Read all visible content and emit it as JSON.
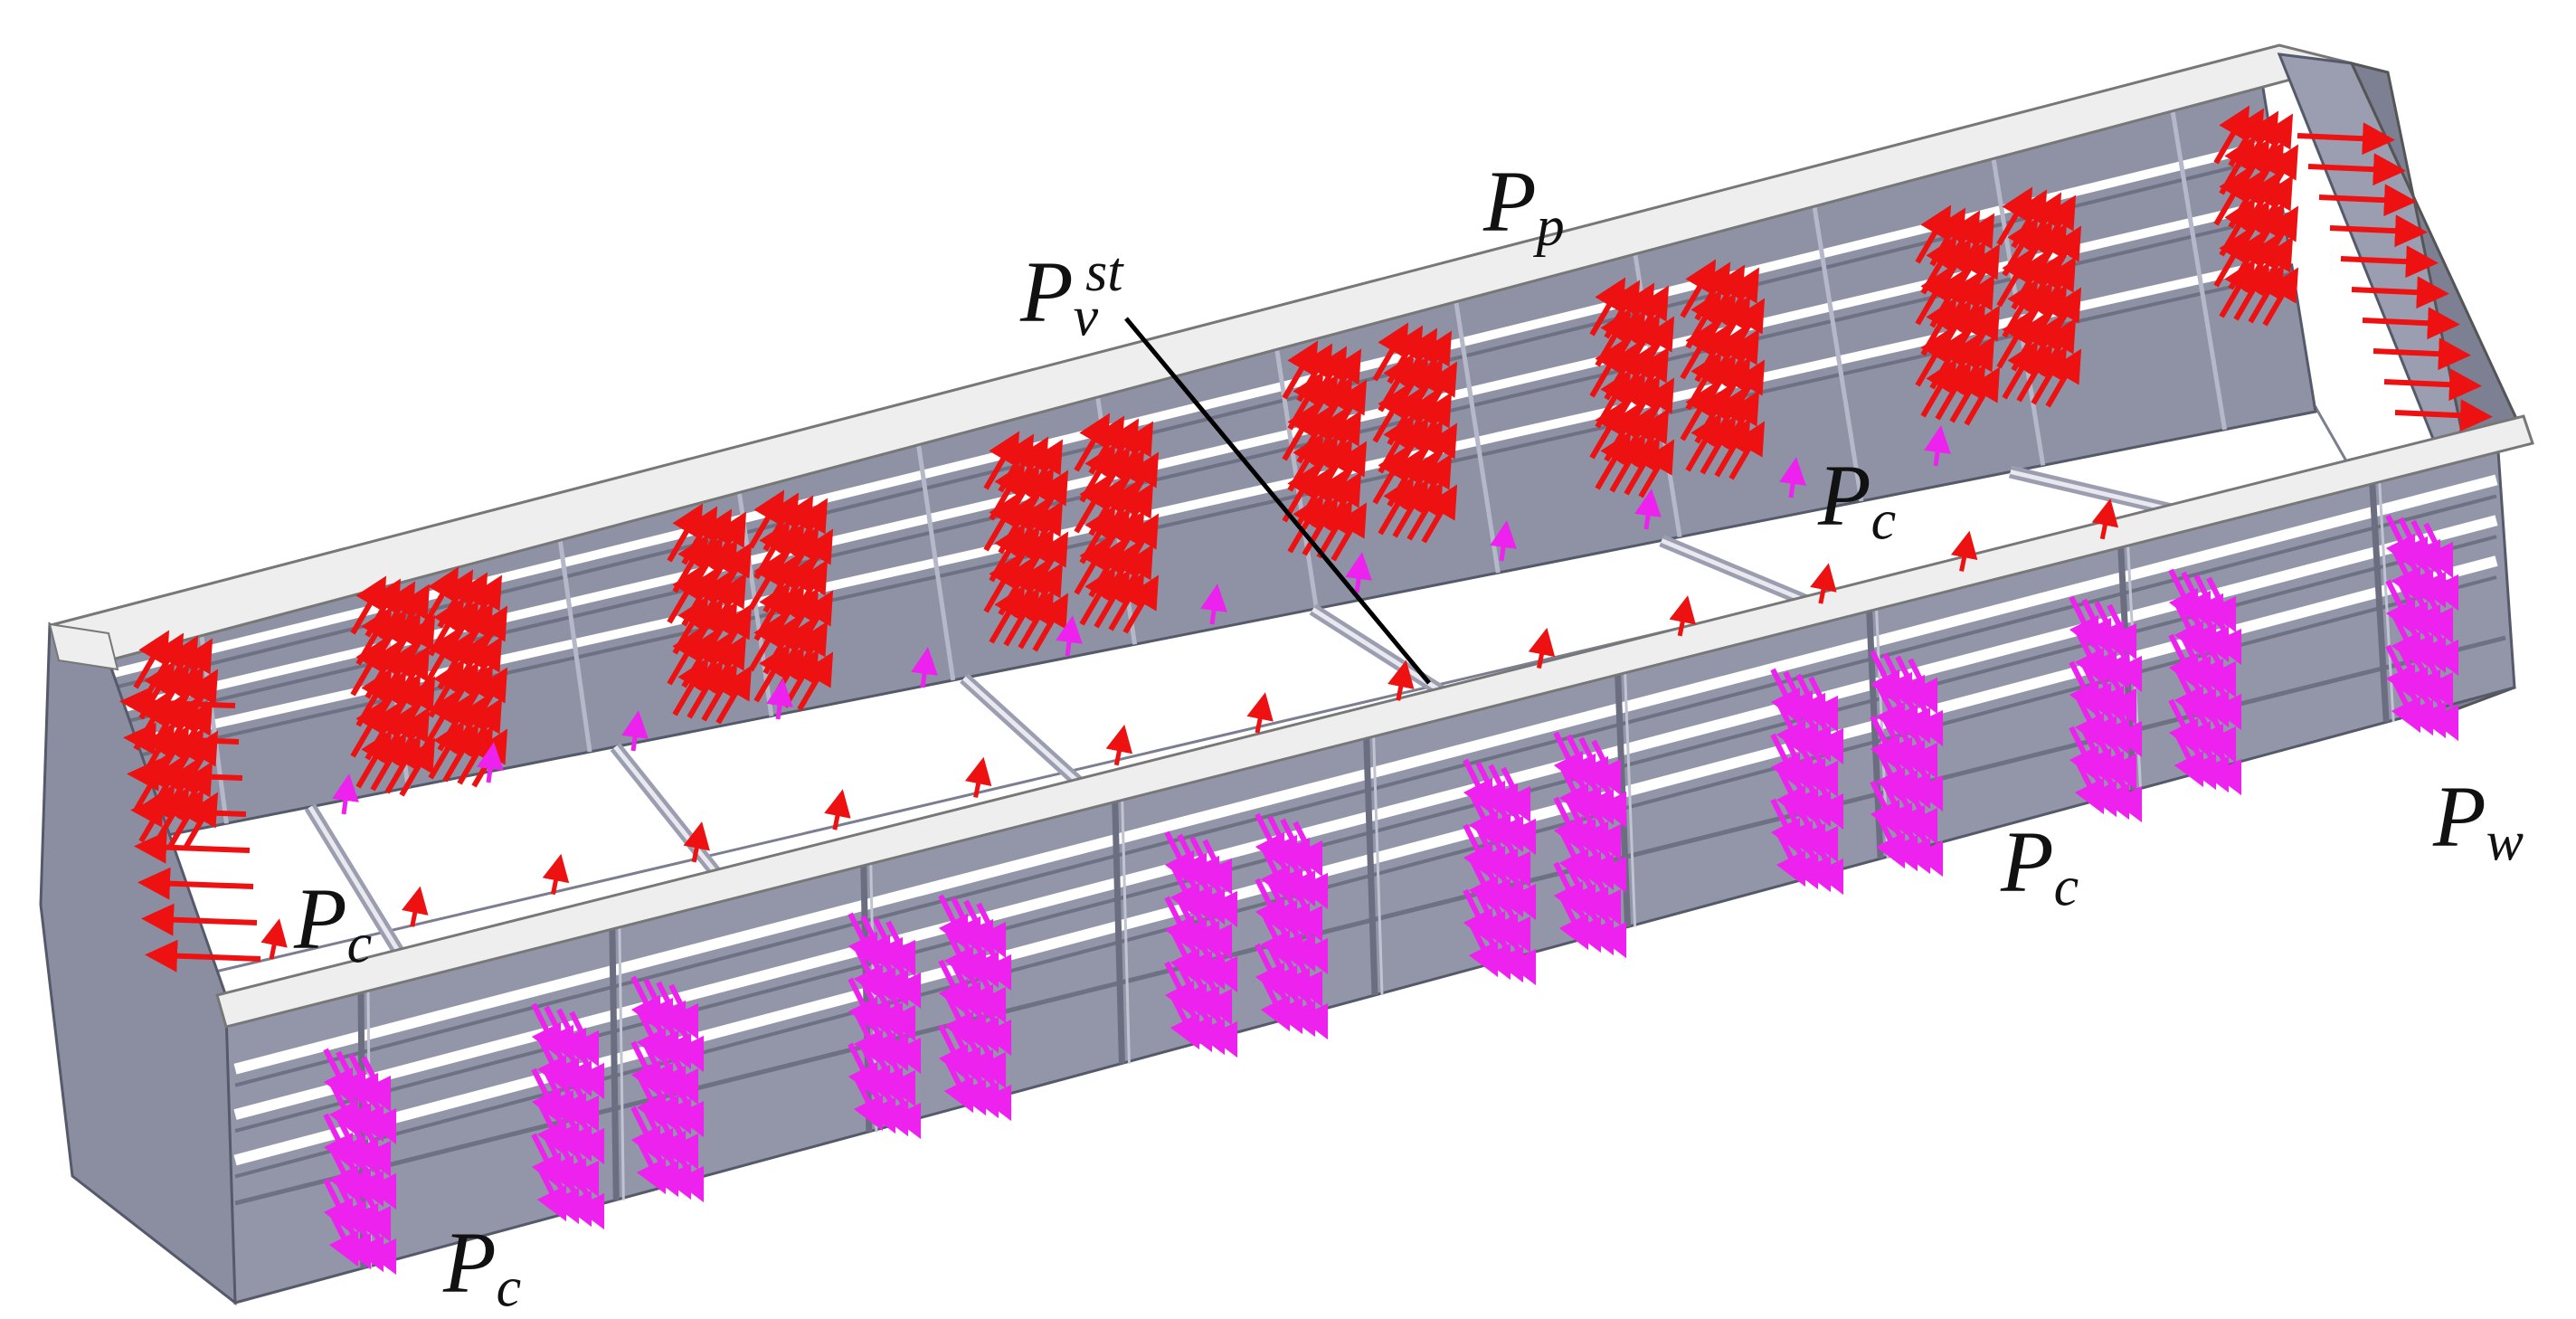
{
  "labels": {
    "pp": {
      "main": "P",
      "sub": "p"
    },
    "pv": {
      "main": "P",
      "sub": "v",
      "sup": "st"
    },
    "pc_1": {
      "main": "P",
      "sub": "c"
    },
    "pc_2": {
      "main": "P",
      "sub": "c"
    },
    "pc_3": {
      "main": "P",
      "sub": "c"
    },
    "pc_4": {
      "main": "P",
      "sub": "c"
    },
    "pw": {
      "main": "P",
      "sub": "w"
    }
  },
  "colors": {
    "background": "#ffffff",
    "steel_face": "#8e92a4",
    "steel_dark": "#6d7183",
    "steel_light": "#b4b8c8",
    "rim": "#eeeeee",
    "floor": "#ffffff",
    "arrow_inner_wall": "#ee1111",
    "arrow_outer_wall": "#ee22ee",
    "leader_line": "#000000"
  },
  "icons": {
    "load_arrow": "arrow-icon"
  }
}
